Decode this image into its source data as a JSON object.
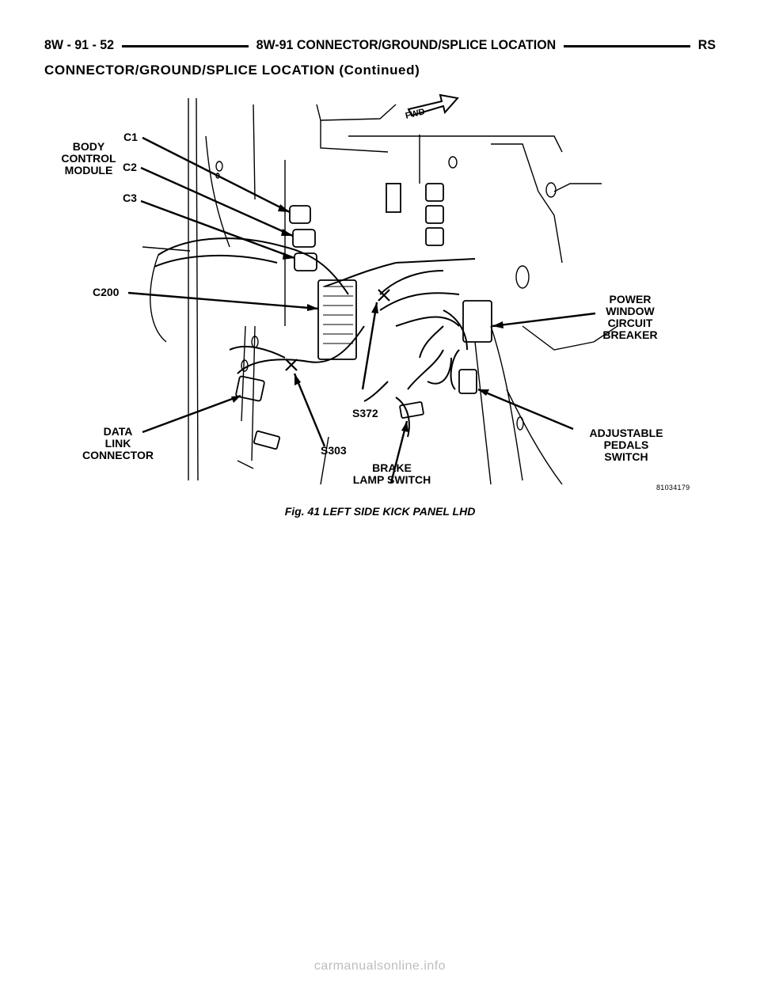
{
  "header": {
    "page_ref": "8W - 91 - 52",
    "section_title": "8W-91 CONNECTOR/GROUND/SPLICE LOCATION",
    "model_code": "RS"
  },
  "subheader": "CONNECTOR/GROUND/SPLICE LOCATION (Continued)",
  "figure": {
    "fwd_arrow": "FWD",
    "labels": {
      "body_control_module": "BODY\nCONTROL\nMODULE",
      "c1": "C1",
      "c2": "C2",
      "c3": "C3",
      "c200": "C200",
      "data_link_connector": "DATA\nLINK\nCONNECTOR",
      "s303": "S303",
      "s372": "S372",
      "brake_lamp_switch": "BRAKE\nLAMP SWITCH",
      "power_window_circuit_breaker": "POWER\nWINDOW\nCIRCUIT\nBREAKER",
      "adjustable_pedals_switch": "ADJUSTABLE\nPEDALS\nSWITCH"
    },
    "figure_id": "81034179",
    "caption": "Fig. 41 LEFT SIDE KICK PANEL LHD"
  },
  "watermark": "carmanualsonline.info"
}
